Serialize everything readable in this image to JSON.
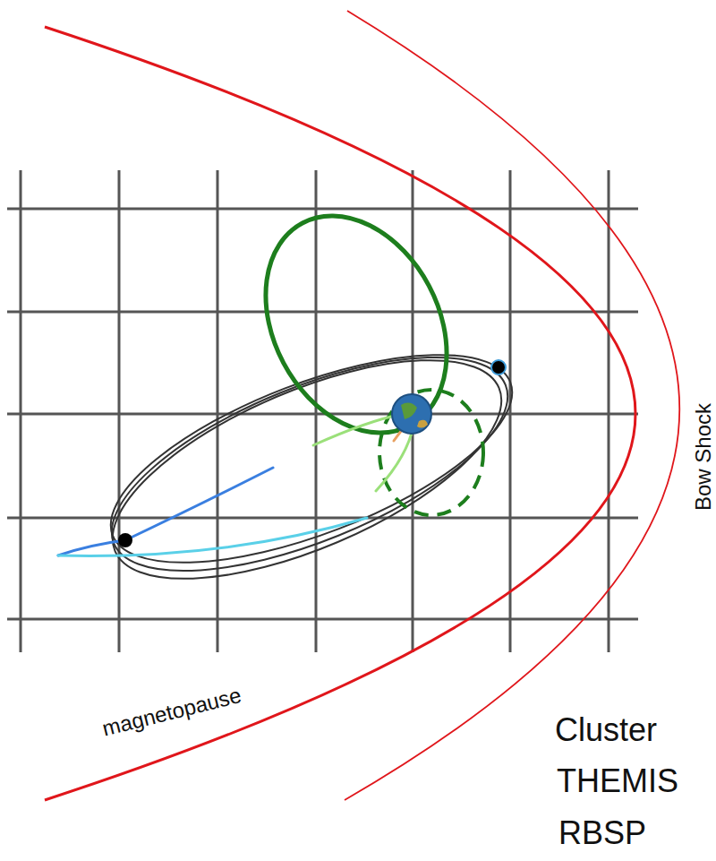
{
  "diagram": {
    "labels": [
      "Bow Shock",
      "magnetopause",
      "Cluster",
      "THEMIS",
      "RBSP"
    ]
  }
}
